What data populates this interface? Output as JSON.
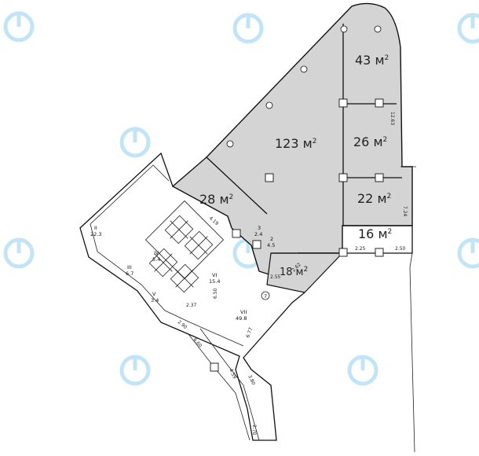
{
  "rooms": {
    "r43": {
      "value": "43 м",
      "sup": "2"
    },
    "r123": {
      "value": "123 м",
      "sup": "2"
    },
    "r26": {
      "value": "26 м",
      "sup": "2"
    },
    "r28": {
      "value": "28 м",
      "sup": "2"
    },
    "r22": {
      "value": "22 м",
      "sup": "2"
    },
    "r16": {
      "value": "16 м",
      "sup": "2"
    },
    "r18": {
      "value": "18 м",
      "sup": "2"
    }
  },
  "small_rooms": {
    "ii": {
      "num": "II",
      "area": "22.3"
    },
    "iii": {
      "num": "III",
      "area": "6.7"
    },
    "iv": {
      "num": "IV",
      "area": "5.4"
    },
    "v": {
      "num": "V",
      "area": "3.4"
    },
    "vi": {
      "num": "VI",
      "area": "15.4"
    },
    "vii": {
      "num": "VII",
      "area": "49.8"
    },
    "three": {
      "num": "3",
      "area": "2.4"
    },
    "two": {
      "num": "2",
      "area": "4.5"
    },
    "circle": "7"
  },
  "dims": {
    "d1263": "12.63",
    "d724": "7.24",
    "d225": "2.25",
    "d250": "2.50",
    "d419": "4.19",
    "d255": "2.55",
    "d262": "2.62",
    "d650": "6.50",
    "d237": "2.37",
    "d290": "2.90",
    "d677": "6.77",
    "d860": "6.60",
    "d459": "4.59",
    "d380": "3.80",
    "d270": "2.70"
  }
}
